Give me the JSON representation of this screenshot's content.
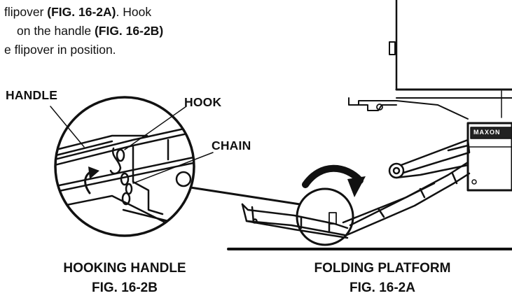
{
  "instructions": {
    "line1_a": "flipover ",
    "line1_b": "(FIG. 16-2A)",
    "line1_c": ". Hook",
    "line2_a": "on the handle ",
    "line2_b": "(FIG. 16-2B)",
    "line3": "e flipover in position."
  },
  "labels": {
    "handle": "HANDLE",
    "hook": "HOOK",
    "chain": "CHAIN",
    "brand": "MAXON"
  },
  "captions": {
    "left_title": "HOOKING HANDLE",
    "left_fig": "FIG. 16-2B",
    "right_title": "FOLDING PLATFORM",
    "right_fig": "FIG. 16-2A"
  }
}
